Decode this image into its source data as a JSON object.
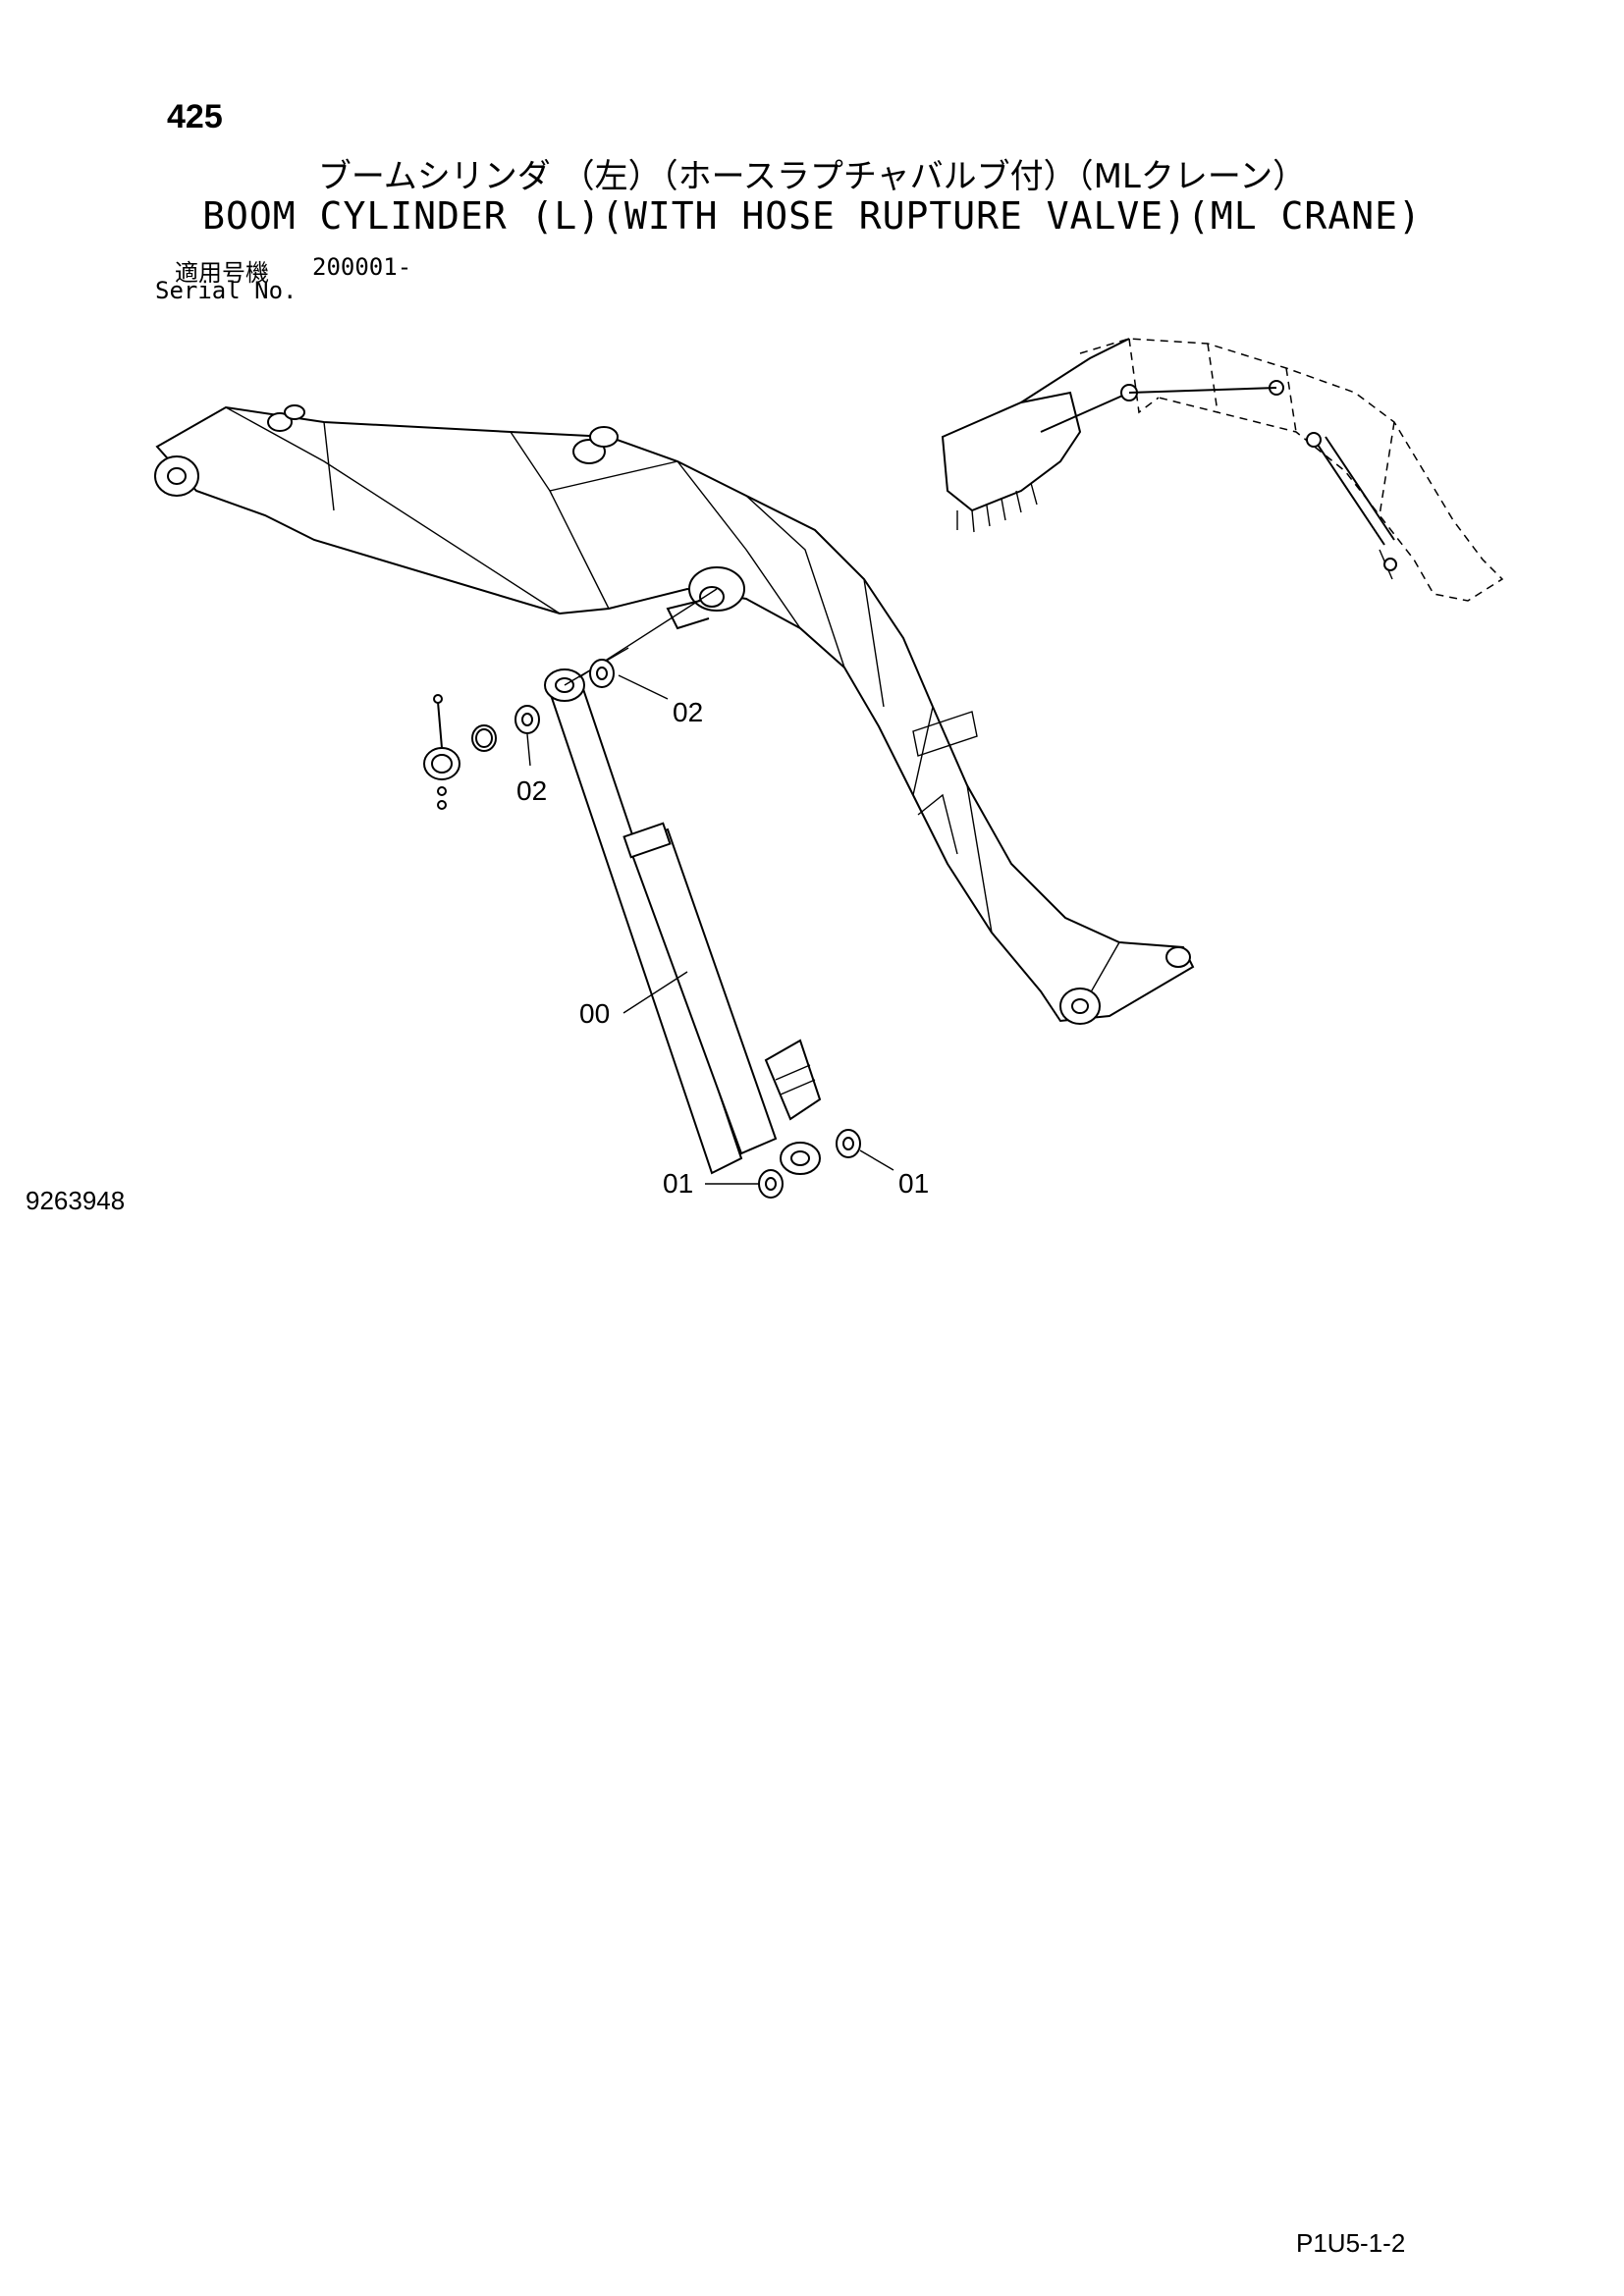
{
  "header": {
    "page_number": "425",
    "title_jp": "ブームシリンダ （左）（ホースラプチャバルブ付）（MLクレーン）",
    "title_en": "BOOM CYLINDER (L)(WITH HOSE RUPTURE VALVE)(ML CRANE)",
    "serial_label_jp": "適用号機",
    "serial_value": "200001-",
    "serial_label_en": "Serial No."
  },
  "callouts": {
    "c00": "00",
    "c01_left": "01",
    "c01_right": "01",
    "c02_upper": "02",
    "c02_lower": "02"
  },
  "drawing_number": "9263948",
  "footer_code": "P1U5-1-2"
}
